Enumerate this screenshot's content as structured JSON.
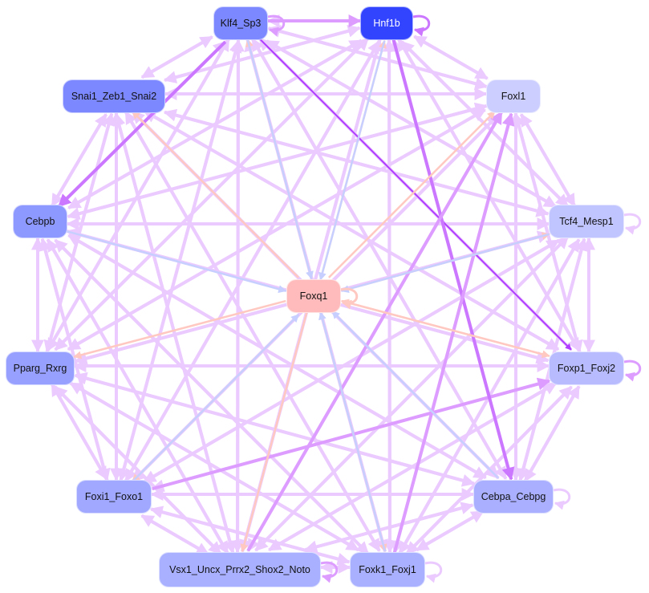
{
  "graph": {
    "nodes": [
      {
        "id": "Klf4_Sp3",
        "label": "Klf4_Sp3",
        "color": "#7c88ff",
        "text": "#111111"
      },
      {
        "id": "Hnf1b",
        "label": "Hnf1b",
        "color": "#3344ff",
        "text": "#ffffff"
      },
      {
        "id": "Snai1_Zeb1_Snai2",
        "label": "Snai1_Zeb1_Snai2",
        "color": "#7c88ff",
        "text": "#111111"
      },
      {
        "id": "Foxl1",
        "label": "Foxl1",
        "color": "#ccceff",
        "text": "#111111"
      },
      {
        "id": "Cebpb",
        "label": "Cebpb",
        "color": "#8e99ff",
        "text": "#111111"
      },
      {
        "id": "Tcf4_Mesp1",
        "label": "Tcf4_Mesp1",
        "color": "#c0c4ff",
        "text": "#111111"
      },
      {
        "id": "Foxq1",
        "label": "Foxq1",
        "color": "#ffbbbb",
        "text": "#111111"
      },
      {
        "id": "Pparg_Rxrg",
        "label": "Pparg_Rxrg",
        "color": "#97a0ff",
        "text": "#111111"
      },
      {
        "id": "Foxp1_Foxj2",
        "label": "Foxp1_Foxj2",
        "color": "#b8bcff",
        "text": "#111111"
      },
      {
        "id": "Foxi1_Foxo1",
        "label": "Foxi1_Foxo1",
        "color": "#a0a8ff",
        "text": "#111111"
      },
      {
        "id": "Cebpa_Cebpg",
        "label": "Cebpa_Cebpg",
        "color": "#aab0ff",
        "text": "#111111"
      },
      {
        "id": "Vsx1_Uncx_Prrx2_Shox2_Noto",
        "label": "Vsx1_Uncx_Prrx2_Shox2_Noto",
        "color": "#a8b0ff",
        "text": "#111111"
      },
      {
        "id": "Foxk1_Foxj1",
        "label": "Foxk1_Foxj1",
        "color": "#a8b0ff",
        "text": "#111111"
      }
    ],
    "edge_colors": {
      "default": "#ebcaff",
      "medium": "#dd9cff",
      "strong": "#cc77ff",
      "dark": "#b03cff",
      "pink": "#ffc8c0",
      "blue": "#c6cfff"
    },
    "special_edges": [
      {
        "s": "Klf4_Sp3",
        "t": "Foxp1_Foxj2",
        "c": "dark"
      },
      {
        "s": "Klf4_Sp3",
        "t": "Hnf1b",
        "c": "medium"
      },
      {
        "s": "Klf4_Sp3",
        "t": "Cebpb",
        "c": "strong"
      },
      {
        "s": "Foxi1_Foxo1",
        "t": "Foxp1_Foxj2",
        "c": "medium"
      },
      {
        "s": "Hnf1b",
        "t": "Cebpa_Cebpg",
        "c": "strong"
      },
      {
        "s": "Vsx1_Uncx_Prrx2_Shox2_Noto",
        "t": "Foxl1",
        "c": "medium"
      },
      {
        "s": "Foxk1_Foxj1",
        "t": "Foxl1",
        "c": "medium"
      },
      {
        "s": "Foxq1",
        "t": "Klf4_Sp3",
        "c": "pink"
      },
      {
        "s": "Foxq1",
        "t": "Hnf1b",
        "c": "pink"
      },
      {
        "s": "Foxq1",
        "t": "Foxl1",
        "c": "pink"
      },
      {
        "s": "Foxq1",
        "t": "Tcf4_Mesp1",
        "c": "pink"
      },
      {
        "s": "Foxq1",
        "t": "Foxp1_Foxj2",
        "c": "pink"
      },
      {
        "s": "Foxq1",
        "t": "Pparg_Rxrg",
        "c": "pink"
      },
      {
        "s": "Foxq1",
        "t": "Foxi1_Foxo1",
        "c": "pink"
      },
      {
        "s": "Foxq1",
        "t": "Vsx1_Uncx_Prrx2_Shox2_Noto",
        "c": "pink"
      },
      {
        "s": "Foxq1",
        "t": "Foxk1_Foxj1",
        "c": "pink"
      },
      {
        "s": "Foxq1",
        "t": "Snai1_Zeb1_Snai2",
        "c": "pink"
      },
      {
        "s": "Cebpb",
        "t": "Foxq1",
        "c": "blue"
      },
      {
        "s": "Tcf4_Mesp1",
        "t": "Foxq1",
        "c": "blue"
      },
      {
        "s": "Cebpa_Cebpg",
        "t": "Foxq1",
        "c": "blue"
      },
      {
        "s": "Foxi1_Foxo1",
        "t": "Foxq1",
        "c": "blue"
      },
      {
        "s": "Hnf1b",
        "t": "Foxq1",
        "c": "blue"
      },
      {
        "s": "Klf4_Sp3",
        "t": "Foxq1",
        "c": "blue"
      },
      {
        "s": "Foxp1_Foxj2",
        "t": "Foxq1",
        "c": "pink"
      },
      {
        "s": "Foxk1_Foxj1",
        "t": "Foxq1",
        "c": "blue"
      }
    ],
    "self_loops": [
      {
        "id": "Klf4_Sp3",
        "c": "medium"
      },
      {
        "id": "Hnf1b",
        "c": "strong"
      },
      {
        "id": "Tcf4_Mesp1",
        "c": "default"
      },
      {
        "id": "Foxp1_Foxj2",
        "c": "medium"
      },
      {
        "id": "Cebpa_Cebpg",
        "c": "default"
      },
      {
        "id": "Foxk1_Foxj1",
        "c": "default"
      },
      {
        "id": "Foxq1",
        "c": "pink"
      },
      {
        "id": "Vsx1_Uncx_Prrx2_Shox2_Noto",
        "c": "medium"
      }
    ]
  }
}
